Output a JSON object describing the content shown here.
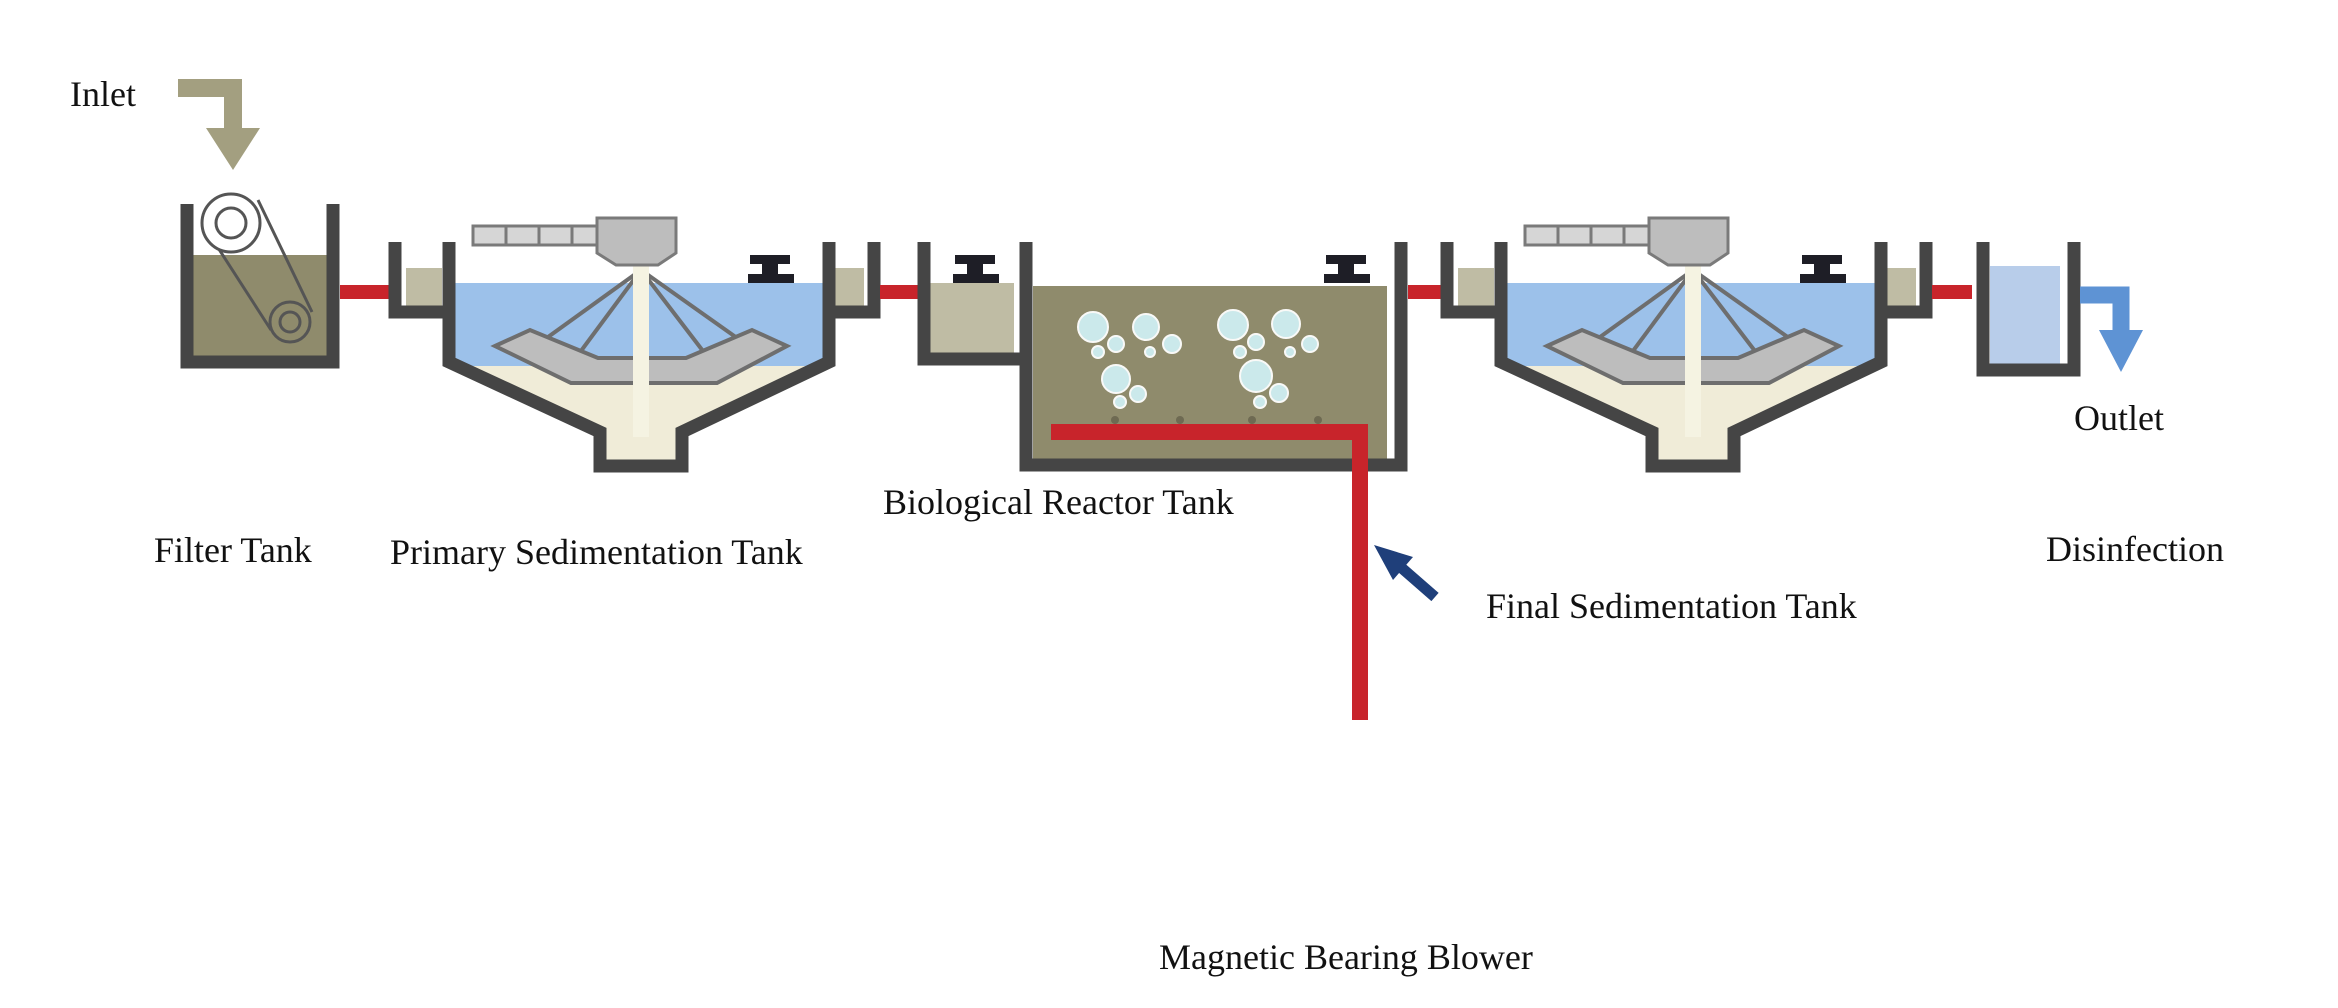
{
  "labels": {
    "inlet": "Inlet",
    "outlet": "Outlet",
    "filter_tank": "Filter Tank",
    "primary_sedimentation_tank": "Primary Sedimentation Tank",
    "biological_reactor_tank": "Biological Reactor Tank",
    "final_sedimentation_tank": "Final Sedimentation Tank",
    "disinfection": "Disinfection",
    "magnetic_bearing_blower": "Magnetic Bearing Blower"
  },
  "colors": {
    "background": "#ffffff",
    "wall": "#454545",
    "pipe": "#c8242b",
    "clear_water": "#9cc1ea",
    "sludge_water": "#8f8b6c",
    "weir_water": "#bfbca4",
    "sludge_cone": "#f0ecd8",
    "scraper_gray": "#bdbdbd",
    "inlet_arrow": "#a39f80",
    "outlet_arrow": "#5e93d4",
    "air_arrow": "#1f3f7a",
    "bubble": "#cfeff2",
    "disinfection_water": "#b8cdea",
    "valve": "#1e1e26"
  },
  "icons": {
    "inlet_arrow": "arrow-down-icon",
    "outlet_arrow": "arrow-down-icon",
    "air_arrow": "arrow-up-left-icon",
    "screen": "bar-screen-icon",
    "bubbles": "air-bubbles-icon",
    "valve": "valve-icon"
  }
}
